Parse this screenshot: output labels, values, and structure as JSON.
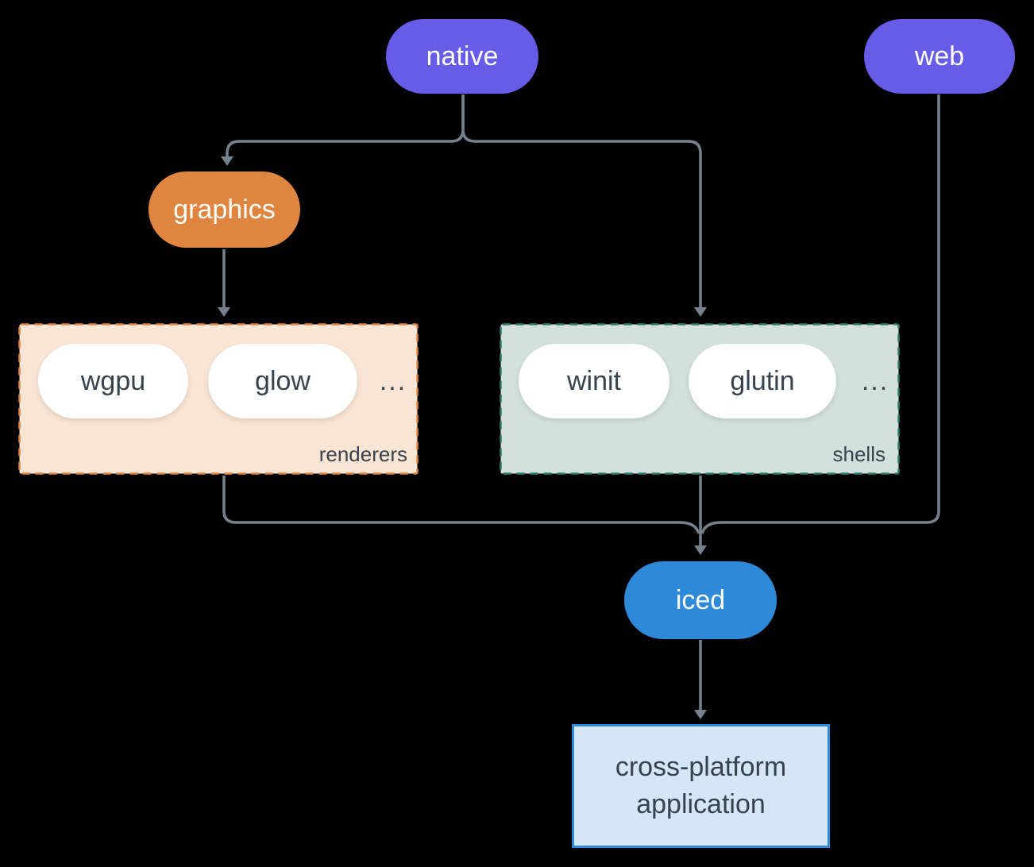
{
  "colors": {
    "background": "#000000",
    "purple": "#675ce8",
    "orange": "#e08540",
    "peach_fill": "#fae4d3",
    "teal": "#2e7d6c",
    "sage_fill": "#d2e1db",
    "blue": "#2e89d8",
    "lightblue_fill": "#d5e6f7",
    "line": "#76838f",
    "dark_text": "#36434f"
  },
  "nodes": {
    "native": "native",
    "web": "web",
    "graphics": "graphics",
    "wgpu": "wgpu",
    "glow": "glow",
    "winit": "winit",
    "glutin": "glutin",
    "iced": "iced",
    "app_line1": "cross-platform",
    "app_line2": "application"
  },
  "groups": {
    "renderers": {
      "label": "renderers",
      "more": "..."
    },
    "shells": {
      "label": "shells",
      "more": "..."
    }
  }
}
